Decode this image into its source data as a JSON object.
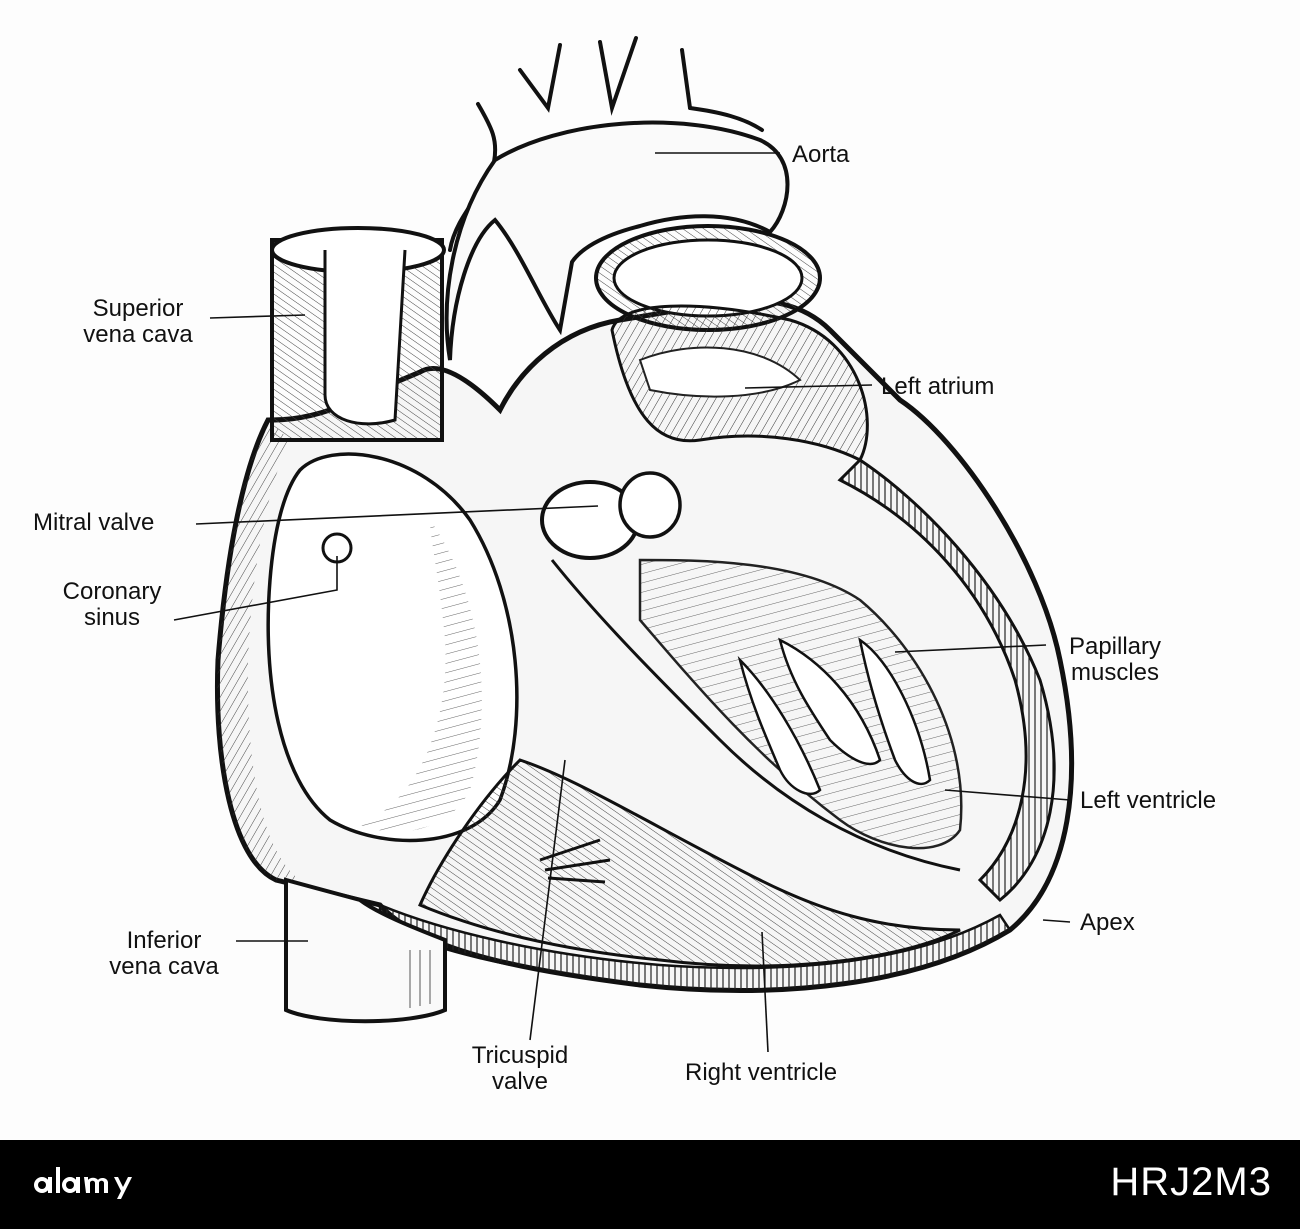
{
  "diagram": {
    "labels": {
      "aorta": "Aorta",
      "superior_vena_cava": [
        "Superior",
        "vena cava"
      ],
      "left_atrium": "Left atrium",
      "mitral_valve": "Mitral valve",
      "coronary_sinus": [
        "Coronary",
        "sinus"
      ],
      "papillary_muscles": [
        "Papillary",
        "muscles"
      ],
      "left_ventricle": "Left ventricle",
      "apex": "Apex",
      "inferior_vena_cava": [
        "Inferior",
        "vena cava"
      ],
      "tricuspid_valve": [
        "Tricuspid",
        "valve"
      ],
      "right_ventricle": "Right ventricle"
    }
  },
  "footer": {
    "wordmark": "alamy",
    "stock_id": "HRJ2M3"
  }
}
